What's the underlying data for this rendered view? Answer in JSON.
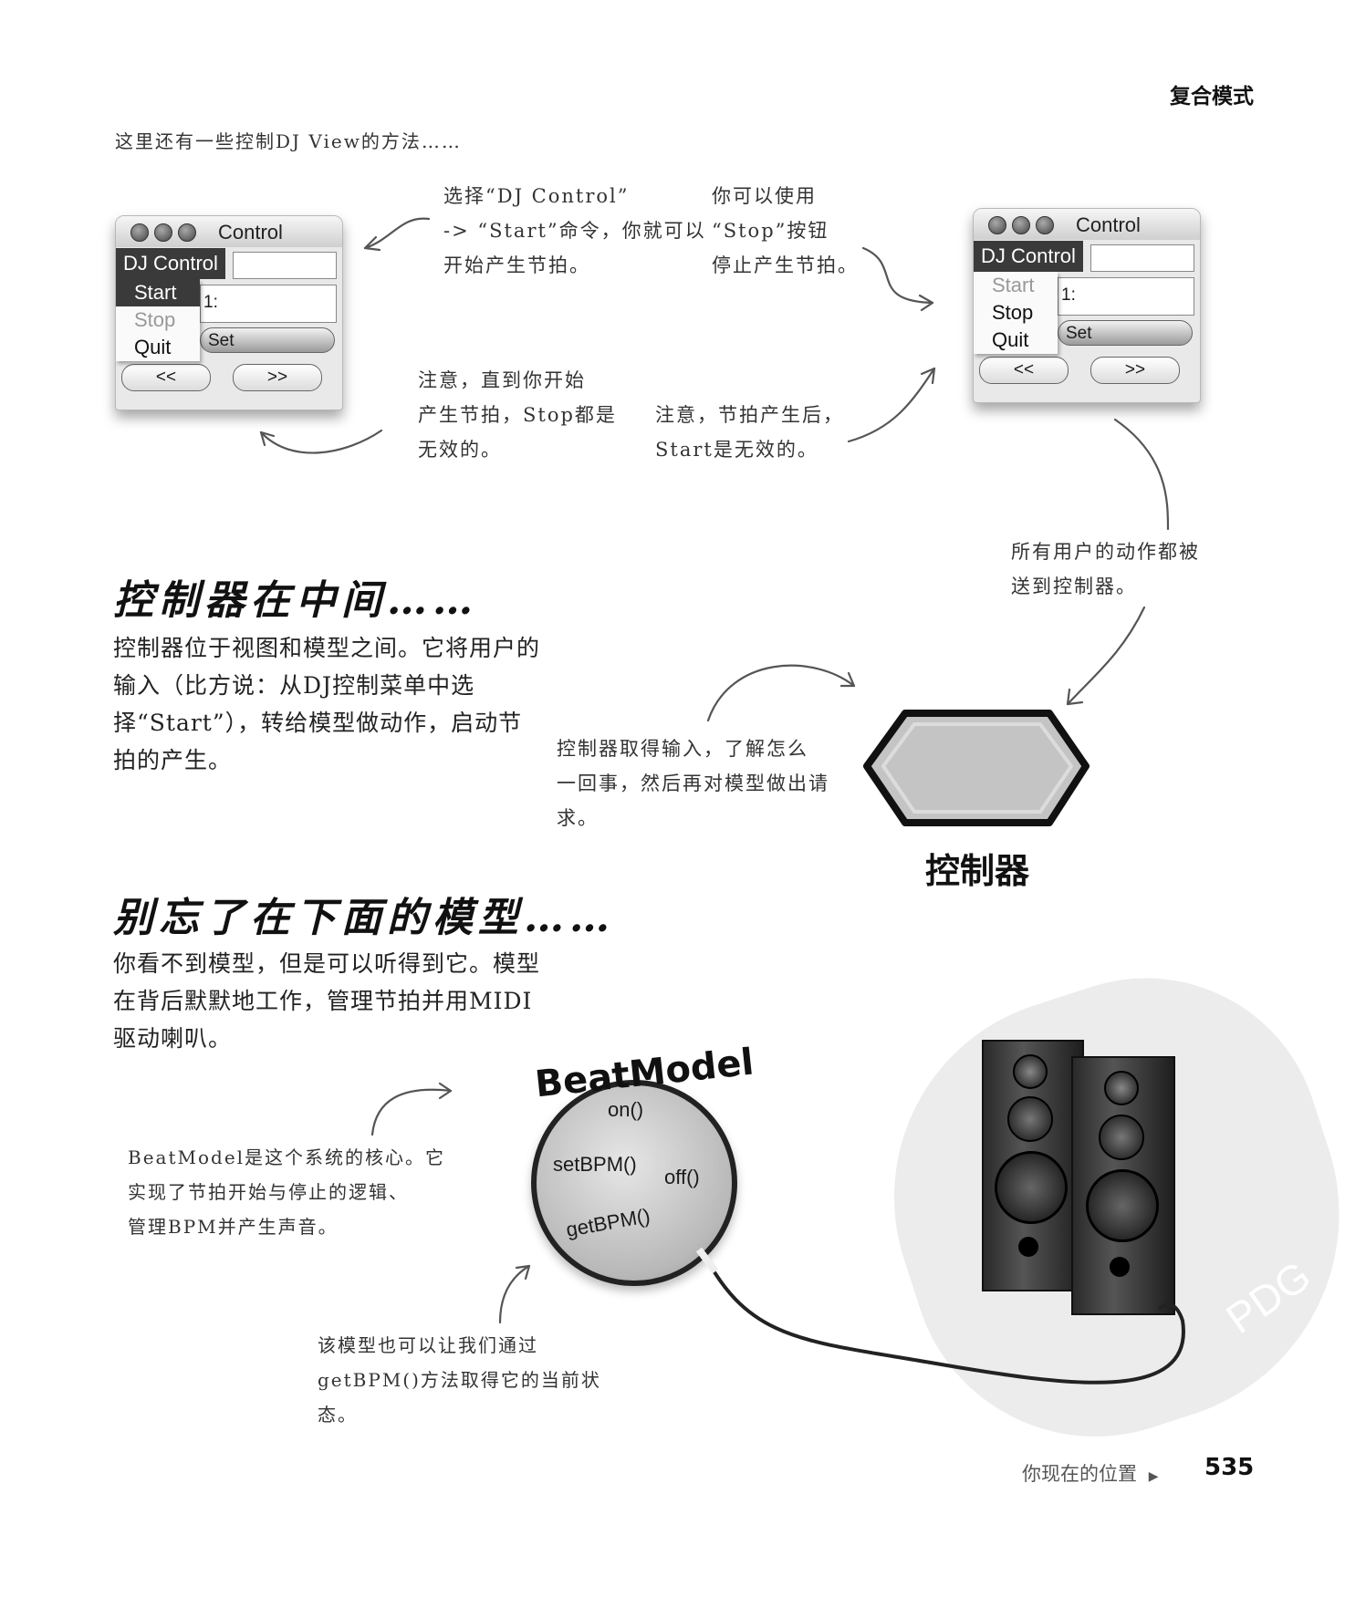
{
  "header": {
    "chapter": "复合模式"
  },
  "intro_note": "这里还有一些控制DJ View的方法……",
  "window_left": {
    "title": "Control",
    "menu_title": "DJ Control",
    "menu_items": [
      "Start",
      "Stop",
      "Quit"
    ],
    "label_fragment": "1:",
    "set_label": "Set",
    "prev_label": "<<",
    "next_label": ">>"
  },
  "window_right": {
    "title": "Control",
    "menu_title": "DJ Control",
    "menu_items": [
      "Start",
      "Stop",
      "Quit"
    ],
    "label_fragment": "1:",
    "set_label": "Set",
    "prev_label": "<<",
    "next_label": ">>"
  },
  "annotations": {
    "select_start": "选择“DJ Control”\n-> “Start”命令，你就可以\n开始产生节拍。",
    "stop_button": "你可以使用\n“Stop”按钮\n停止产生节拍。",
    "stop_disabled": "注意，直到你开始\n产生节拍，Stop都是\n无效的。",
    "start_disabled": "注意，节拍产生后，\nStart是无效的。",
    "user_actions": "所有用户的动作都被\n送到控制器。",
    "controller_input": "控制器取得输入，了解怎么\n一回事，然后再对模型做出请\n求。",
    "beatmodel_core": "BeatModel是这个系统的核心。它\n实现了节拍开始与停止的逻辑、\n管理BPM并产生声音。",
    "model_state": "该模型也可以让我们通过\ngetBPM()方法取得它的当前状\n态。"
  },
  "section_controller": {
    "heading": "控制器在中间……",
    "body": "控制器位于视图和模型之间。它将用户的输入（比方说：从DJ控制菜单中选择“Start”），转给模型做动作，启动节拍的产生。",
    "label": "控制器"
  },
  "section_model": {
    "heading": "别忘了在下面的模型……",
    "body": "你看不到模型，但是可以听得到它。模型在背后默默地工作，管理节拍并用MIDI驱动喇叭。"
  },
  "beatmodel": {
    "name": "BeatModel",
    "methods": [
      "on()",
      "setBPM()",
      "off()",
      "getBPM()"
    ]
  },
  "watermark": {
    "text": "PDG"
  },
  "footer": {
    "location": "你现在的位置",
    "page": "535"
  },
  "colors": {
    "accent": "#3a3a3a",
    "hexagon": "#c4c4c4",
    "sphere": "#c9c9c9",
    "watermark": "#ececec"
  }
}
